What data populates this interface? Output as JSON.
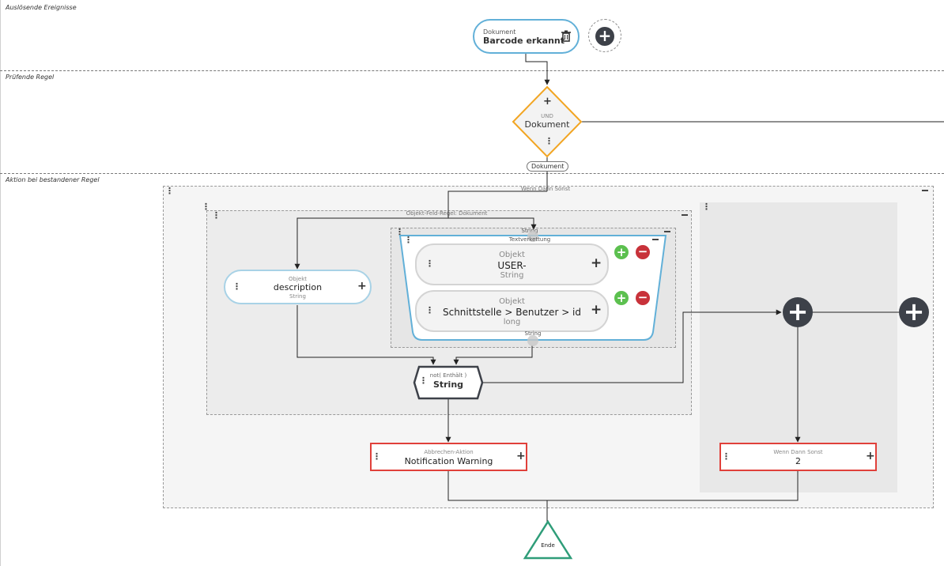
{
  "lanes": {
    "triggers": "Auslösende Ereignisse",
    "check_rule": "Prüfende Regel",
    "action": "Aktion bei bestandener Regel"
  },
  "trigger_node": {
    "type": "Dokument",
    "title": "Barcode erkannt"
  },
  "rule_node": {
    "type": "UND",
    "title": "Dokument"
  },
  "rule_output_label": "Dokument",
  "wenn_dann_sonst": {
    "caption": "Wenn Dann Sonst"
  },
  "objekt_feld_regel": {
    "caption": "Objekt-Feld-Regel: Dokument"
  },
  "description_node": {
    "type": "Objekt",
    "title": "description",
    "subtype": "String"
  },
  "textverkettung": {
    "top_label": "String",
    "caption": "Textverkettung",
    "bottom_label": "String"
  },
  "user_node": {
    "type": "Objekt",
    "title": "USER-",
    "subtype": "String"
  },
  "schnittstelle_node": {
    "type": "Objekt",
    "title": "Schnittstelle > Benutzer > id",
    "subtype": "long"
  },
  "not_contains_node": {
    "type": "not( Enthält )",
    "title": "String"
  },
  "cancel_action": {
    "type": "Abbrechen-Aktion",
    "title": "Notification Warning"
  },
  "wds_node": {
    "type": "Wenn Dann Sonst",
    "title": "2"
  },
  "end_node": {
    "label": "Ende"
  },
  "colors": {
    "blue_border": "#62b0d8",
    "light_blue_border": "#a8d2e6",
    "orange": "#f2a522",
    "red": "#e0403a",
    "green": "#2f9d79",
    "dark": "#3d4149"
  },
  "icons": [
    "trash-icon",
    "plus-icon",
    "minus-icon",
    "more-vertical-icon",
    "add-circle-icon",
    "remove-circle-icon"
  ]
}
